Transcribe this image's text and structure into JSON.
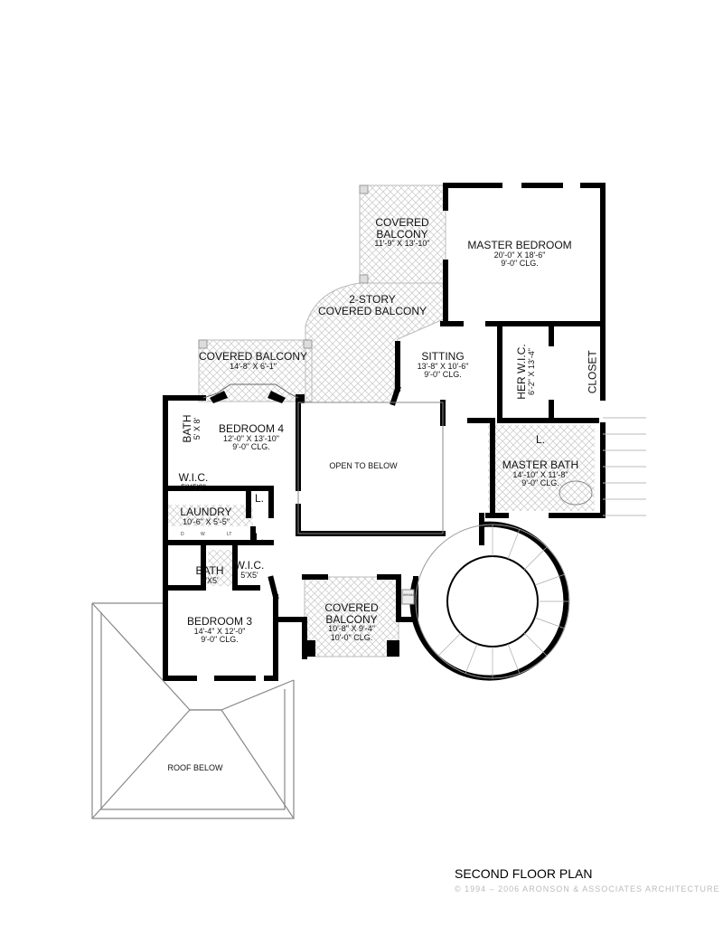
{
  "plan": {
    "title": "SECOND FLOOR PLAN",
    "copyright": "© 1994 – 2006 ARONSON & ASSOCIATES ARCHITECTURE",
    "rooms": {
      "covered_balcony_top": {
        "name": "COVERED\nBALCONY",
        "dims": "11'-9\" X 13'-10\""
      },
      "master_bedroom": {
        "name": "MASTER BEDROOM",
        "dims": "20'-0\" X 18'-6\"",
        "ceiling": "9'-0\" CLG."
      },
      "two_story_balcony": {
        "name": "2-STORY\nCOVERED BALCONY"
      },
      "covered_balcony_left": {
        "name": "COVERED BALCONY",
        "dims": "14'-8\" X 6'-1\""
      },
      "sitting": {
        "name": "SITTING",
        "dims": "13'-8\" X 10'-6\"",
        "ceiling": "9'-0\" CLG."
      },
      "her_wic": {
        "name": "HER W.I.C.",
        "dims": "6'-2\" X 13'-4\""
      },
      "closet": {
        "name": "CLOSET"
      },
      "bath_4": {
        "name": "BATH",
        "dims": "5' X 8'"
      },
      "bedroom_4": {
        "name": "BEDROOM 4",
        "dims": "12'-0\" X 13'-10\"",
        "ceiling": "9'-0\" CLG."
      },
      "open_to_below": {
        "name": "OPEN TO BELOW"
      },
      "master_bath": {
        "name": "MASTER BATH",
        "dims": "14'-10\" X 11'-8\"",
        "ceiling": "9'-0\" CLG."
      },
      "wic_1": {
        "name": "W.I.C.",
        "dims": "5'X5'2\""
      },
      "laundry": {
        "name": "LAUNDRY",
        "dims": "10'-6\" X 5'-5\""
      },
      "linen_1": {
        "name": "L."
      },
      "linen_2": {
        "name": "L."
      },
      "linen_3": {
        "name": "L."
      },
      "bath_3": {
        "name": "BATH",
        "dims": "8'X5'"
      },
      "wic_2": {
        "name": "W.I.C.",
        "dims": "5'X5'"
      },
      "bedroom_3": {
        "name": "BEDROOM 3",
        "dims": "14'-4\" X 12'-0\"",
        "ceiling": "9'-0\" CLG."
      },
      "covered_balcony_bottom": {
        "name": "COVERED\nBALCONY",
        "dims": "10'-8\" X 9'-4\"",
        "ceiling": "10'-0\" CLG."
      },
      "roof_below": {
        "name": "ROOF BELOW"
      }
    },
    "fixtures": {
      "dryer": "D",
      "washer": "W",
      "laundry_tub": "LT",
      "wh_ahu": "WH/AHU"
    }
  }
}
